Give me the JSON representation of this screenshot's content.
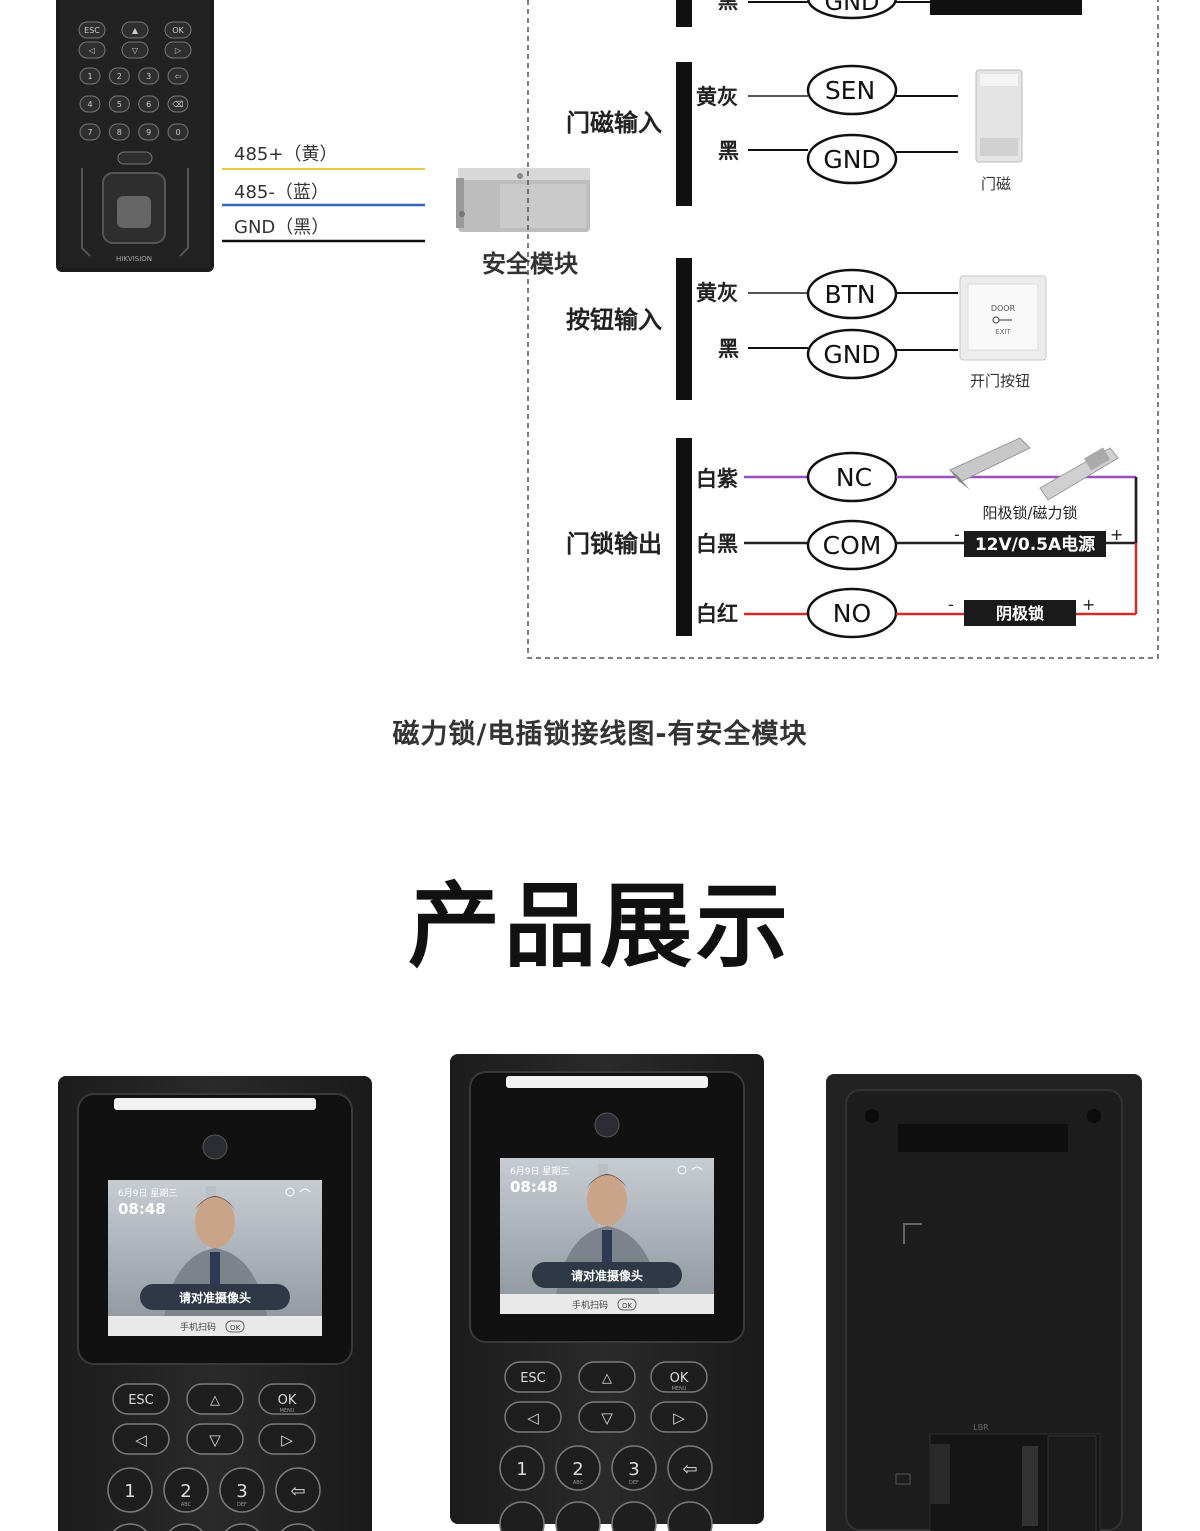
{
  "diagram": {
    "device_brand": "HIKVISION",
    "keypad_top": {
      "row1": [
        "ESC",
        "▲",
        "OK"
      ],
      "row2": [
        "◁",
        "▽",
        "▷"
      ],
      "row3": [
        "1",
        "2",
        "3",
        "⇦"
      ],
      "row4": [
        "4",
        "5",
        "6",
        "⌫"
      ],
      "row5": [
        "7",
        "8",
        "9",
        "0"
      ]
    },
    "rs485": {
      "plus": "485+（黄）",
      "minus": "485-（蓝）",
      "gnd": "GND（黑）",
      "colors": {
        "plus": "#e8c93a",
        "minus": "#3a64b8",
        "gnd": "#111111"
      }
    },
    "security_module_label": "安全模块",
    "top_partial": {
      "wire": "黑",
      "terminal": "GND"
    },
    "door_sensor": {
      "group_label": "门磁输入",
      "wires": [
        {
          "color_name": "黄灰",
          "terminal": "SEN"
        },
        {
          "color_name": "黑",
          "terminal": "GND"
        }
      ],
      "device_label": "门磁"
    },
    "button": {
      "group_label": "按钮输入",
      "wires": [
        {
          "color_name": "黄灰",
          "terminal": "BTN"
        },
        {
          "color_name": "黑",
          "terminal": "GND"
        }
      ],
      "device_label": "开门按钮",
      "device_text": [
        "DOOR",
        "EXIT"
      ]
    },
    "lock": {
      "group_label": "门锁输出",
      "wires": [
        {
          "color_name": "白紫",
          "terminal": "NC",
          "color": "#9b4fc0"
        },
        {
          "color_name": "白黑",
          "terminal": "COM",
          "color": "#222222"
        },
        {
          "color_name": "白红",
          "terminal": "NO",
          "color": "#d42a2a"
        }
      ],
      "anode_lock_label": "阳极锁/磁力锁",
      "power_label": "12V/0.5A电源",
      "cathode_lock_label": "阴极锁",
      "minus_sign": "-",
      "plus_sign": "+"
    },
    "caption": "磁力锁/电插锁接线图-有安全模块"
  },
  "product_section": {
    "title": "产品展示",
    "screen": {
      "date": "6月9日 星期三",
      "time": "08:48",
      "prompt": "请对准摄像头",
      "sub": "手机扫码",
      "ok": "OK"
    },
    "keys": {
      "row1": [
        "ESC",
        "△",
        "OK"
      ],
      "row1_sub": "MENU",
      "row2": [
        "◁",
        "▽",
        "▷"
      ],
      "row3": [
        "1",
        "2",
        "3",
        "⇦"
      ],
      "row3_sub": [
        "",
        "ABC",
        "DEF",
        ""
      ]
    },
    "back_label": "LBR"
  }
}
